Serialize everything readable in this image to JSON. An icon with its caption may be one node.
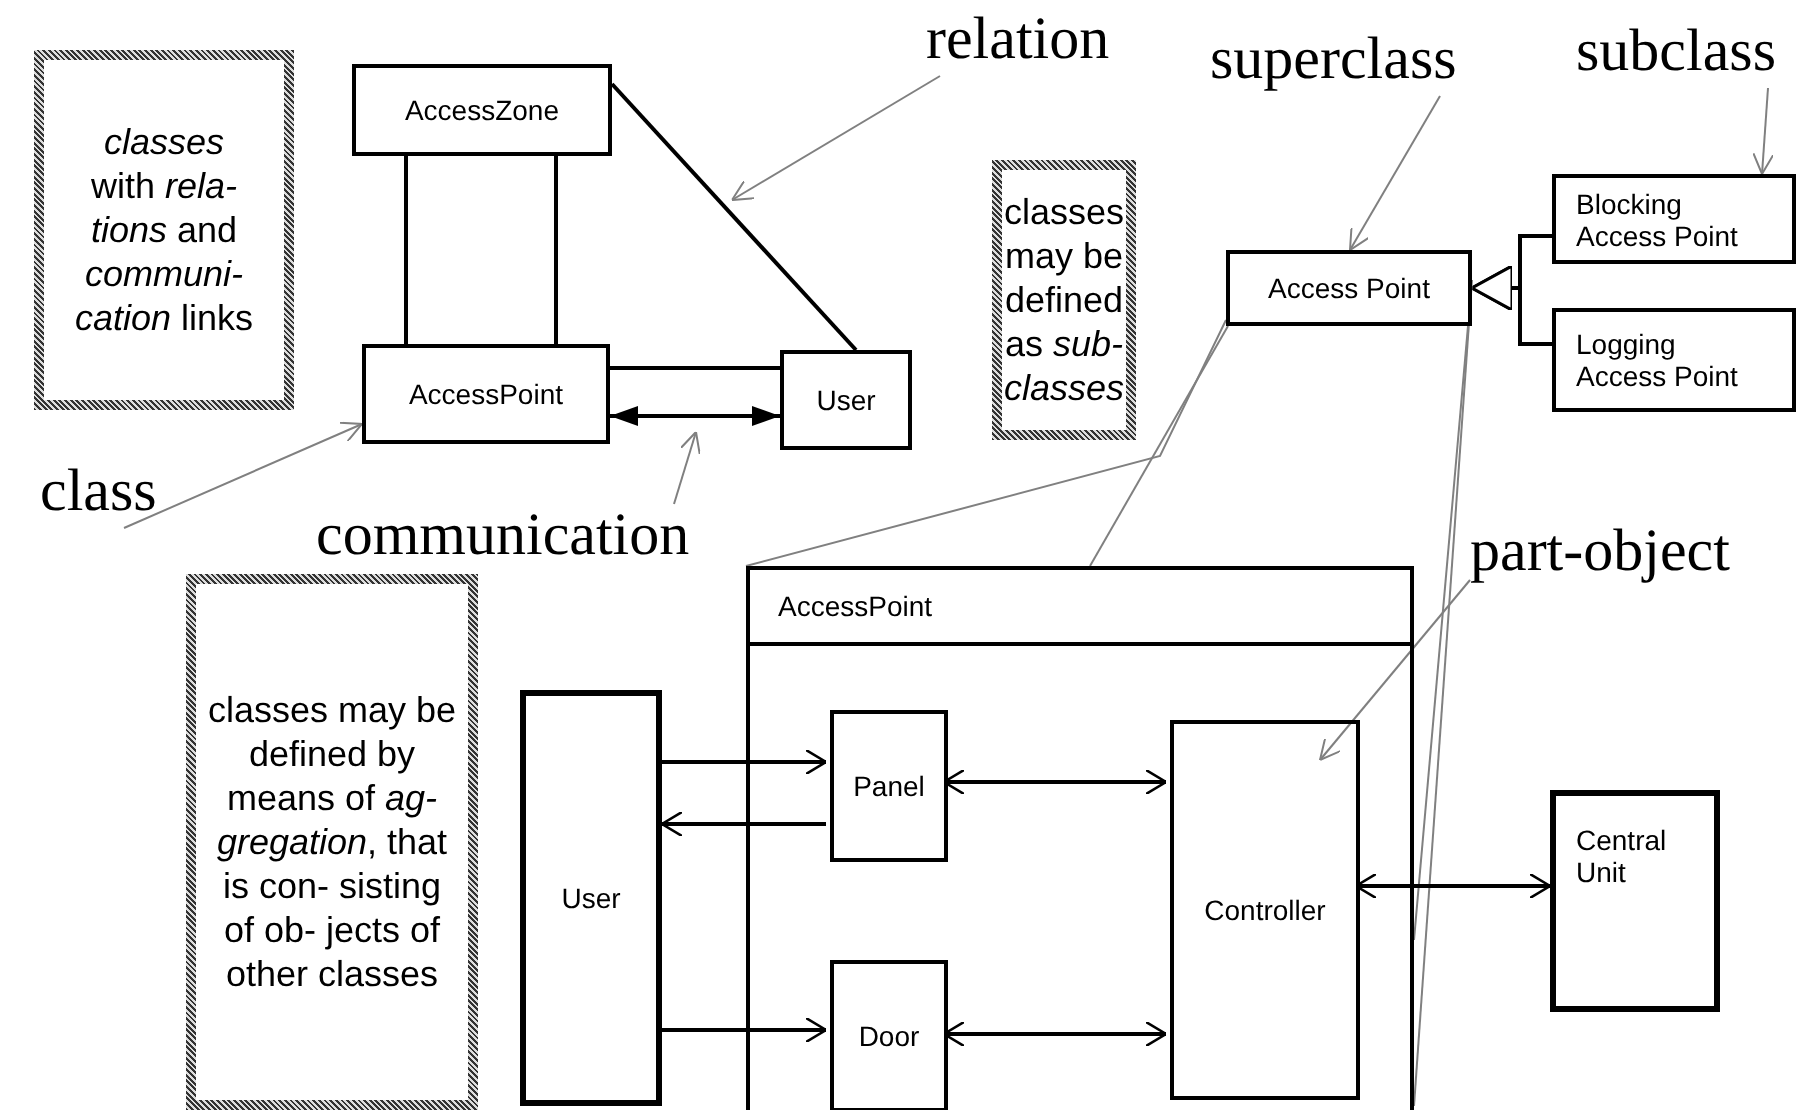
{
  "diagram": {
    "nodes": [
      {
        "text": [
          "*classes* with *rela- tions* and *communi- cation* links"
        ]
      },
      {
        "text": [
          "AccessZone"
        ]
      },
      {
        "text": [
          "AccessPoint"
        ]
      },
      {
        "text": [
          "User"
        ]
      },
      {
        "text": [
          "relation"
        ]
      },
      {
        "text": [
          "class"
        ]
      },
      {
        "text": [
          "communication"
        ]
      },
      {
        "text": [
          "superclass"
        ]
      },
      {
        "text": [
          "subclass"
        ]
      },
      {
        "text": [
          "classes may be defined as *sub- classes*"
        ]
      },
      {
        "text": [
          "Access Point"
        ]
      },
      {
        "text": [
          "Blocking Access Point"
        ]
      },
      {
        "text": [
          "Logging Access Point"
        ]
      },
      {
        "text": [
          "part-object"
        ]
      },
      {
        "text": [
          "classes may be defined by means of *ag- gregation*, that is con- sisting of ob- jects of other classes"
        ]
      },
      {
        "text": [
          "AccessPoint"
        ]
      },
      {
        "text": [
          "User"
        ]
      },
      {
        "text": [
          "Panel"
        ],
        "in": 15
      },
      {
        "text": [
          "Door"
        ],
        "in": 15
      },
      {
        "text": [
          "Controller"
        ],
        "in": 15
      },
      {
        "text": [
          "Central Unit"
        ]
      }
    ],
    "edges": [
      {
        "from": 1,
        "to": 2,
        "arrow": "none"
      },
      {
        "from": 1,
        "to": 2,
        "arrow": "none"
      },
      {
        "from": 1,
        "to": 3,
        "arrow": "none"
      },
      {
        "from": 2,
        "to": 3,
        "arrow": "none"
      },
      {
        "from": 2,
        "to": 3,
        "arrow": "both"
      },
      {
        "from": 4,
        "to": null,
        "arrow": "to",
        "color": "#808080"
      },
      {
        "from": 5,
        "to": 2,
        "arrow": "to",
        "color": "#808080"
      },
      {
        "from": 6,
        "to": null,
        "arrow": "to",
        "color": "#808080"
      },
      {
        "from": 7,
        "to": 10,
        "arrow": "to",
        "color": "#808080"
      },
      {
        "from": 8,
        "to": 11,
        "arrow": "to",
        "color": "#808080"
      },
      {
        "from": 11,
        "to": 10,
        "arrow": "to"
      },
      {
        "from": 12,
        "to": 10,
        "arrow": "to"
      },
      {
        "from": 10,
        "to": 15,
        "arrow": "none",
        "color": "#808080"
      },
      {
        "from": 10,
        "to": 15,
        "arrow": "none",
        "color": "#808080"
      },
      {
        "from": 10,
        "to": 15,
        "arrow": "none",
        "color": "#808080"
      },
      {
        "from": 10,
        "to": 15,
        "arrow": "none",
        "color": "#808080"
      },
      {
        "from": 13,
        "to": 19,
        "arrow": "to",
        "color": "#808080"
      },
      {
        "from": 16,
        "to": 17,
        "arrow": "to"
      },
      {
        "from": 17,
        "to": 16,
        "arrow": "to"
      },
      {
        "from": 16,
        "to": 18,
        "arrow": "to"
      },
      {
        "from": 17,
        "to": 19,
        "arrow": "both"
      },
      {
        "from": 18,
        "to": 19,
        "arrow": "both"
      },
      {
        "from": 19,
        "to": 20,
        "arrow": "both"
      }
    ]
  }
}
